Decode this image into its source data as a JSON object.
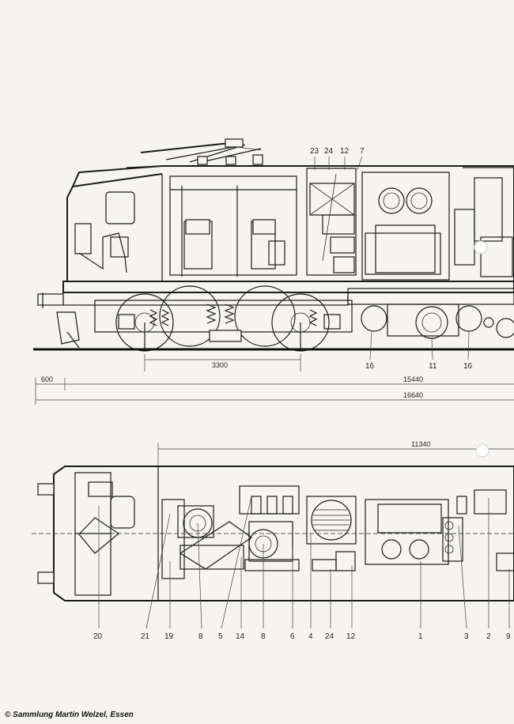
{
  "side_view": {
    "top_callouts": [
      "23",
      "24",
      "12",
      "7"
    ],
    "bottom_callouts": [
      "16",
      "11",
      "16"
    ]
  },
  "dimensions": {
    "wheelbase": "3300",
    "buffer_offset": "600",
    "length_frame": "15440",
    "length_buffers": "16640",
    "plan_length": "11340"
  },
  "plan_view": {
    "callouts": [
      "20",
      "21",
      "19",
      "8",
      "5",
      "14",
      "8",
      "6",
      "4",
      "24",
      "12",
      "1",
      "3",
      "2",
      "9"
    ]
  },
  "credit": "© Sammlung Martin Welzel, Essen"
}
